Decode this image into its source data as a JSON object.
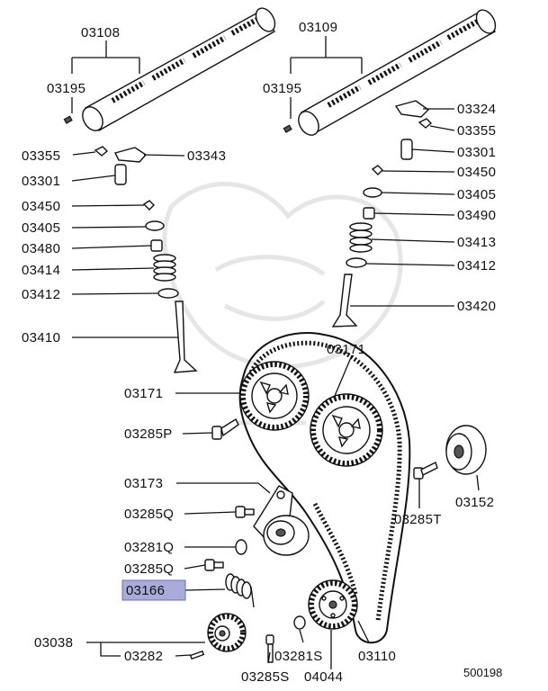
{
  "labels": {
    "l03108": "03108",
    "l03109": "03109",
    "l03195a": "03195",
    "l03195b": "03195",
    "l03324": "03324",
    "l03355a": "03355",
    "l03355b": "03355",
    "l03343": "03343",
    "l03301a": "03301",
    "l03301b": "03301",
    "l03450a": "03450",
    "l03450b": "03450",
    "l03405a": "03405",
    "l03405b": "03405",
    "l03490": "03490",
    "l03480": "03480",
    "l03413": "03413",
    "l03414": "03414",
    "l03412a": "03412",
    "l03412b": "03412",
    "l03420": "03420",
    "l03410": "03410",
    "l03171a": "03171",
    "l03171b": "03171",
    "l03285P": "03285P",
    "l03152": "03152",
    "l03173": "03173",
    "l03285T": "03285T",
    "l03285Q1": "03285Q",
    "l03281Q": "03281Q",
    "l03285Q2": "03285Q",
    "l03166": "03166",
    "l03038": "03038",
    "l03282": "03282",
    "l03281S": "03281S",
    "l03110": "03110",
    "l03285S": "03285S",
    "l04044": "04044",
    "diagram_number": "500198"
  },
  "highlighted_part": "03166",
  "colors": {
    "highlight": "#a9acd9",
    "line": "#111111",
    "watermark": "#e6e6e6"
  }
}
